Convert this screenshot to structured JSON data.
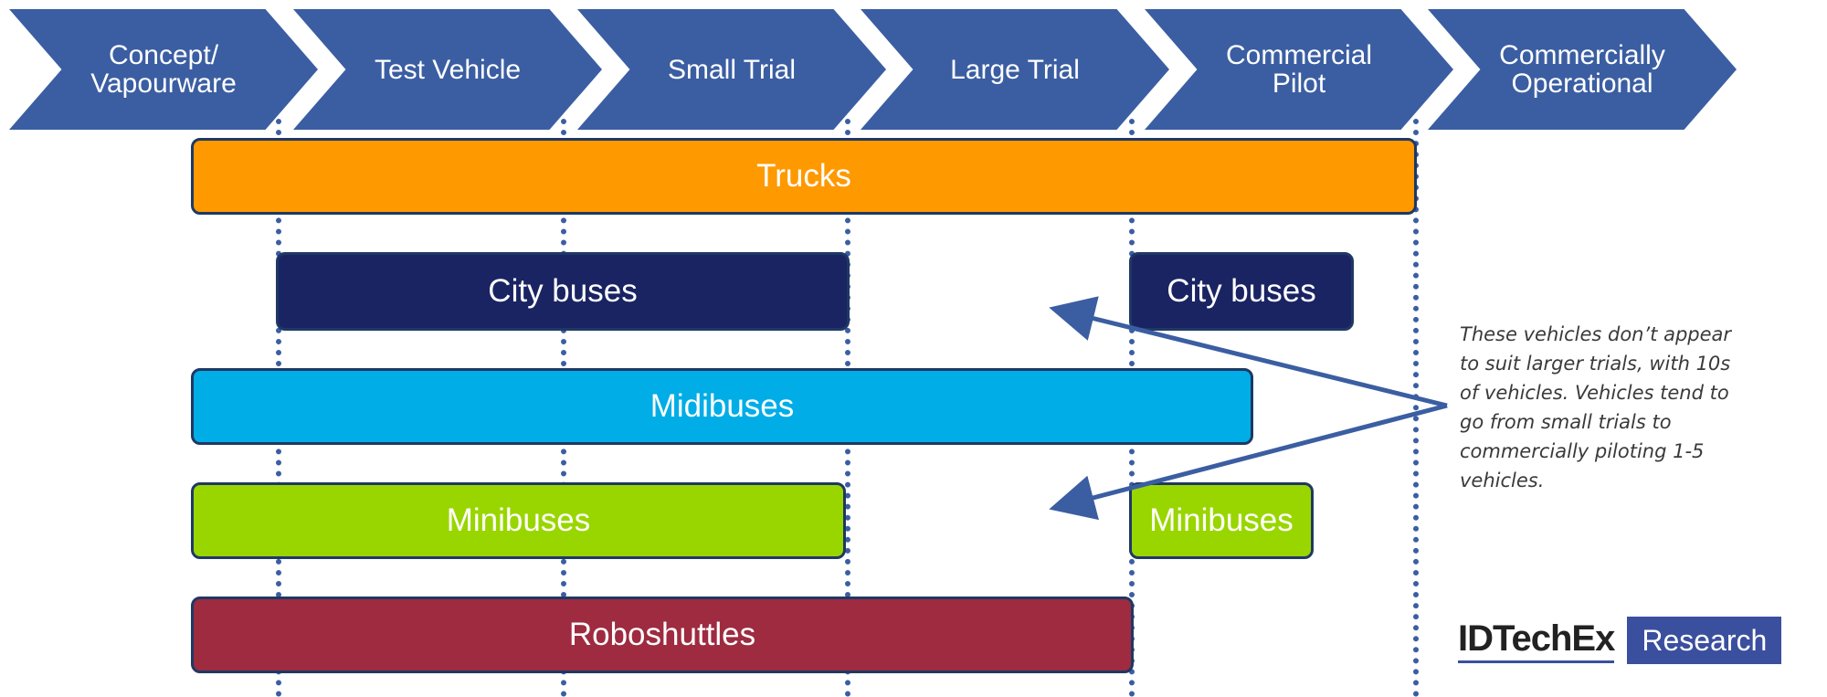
{
  "stages": [
    {
      "label": "Concept/\nVapourware"
    },
    {
      "label": "Test Vehicle"
    },
    {
      "label": "Small Trial"
    },
    {
      "label": "Large Trial"
    },
    {
      "label": "Commercial\nPilot"
    },
    {
      "label": "Commercially\nOperational"
    }
  ],
  "bars": {
    "trucks": {
      "label": "Trucks",
      "color": "#ff9900"
    },
    "city_buses_1": {
      "label": "City buses",
      "color": "#1a2463"
    },
    "city_buses_2": {
      "label": "City buses",
      "color": "#1a2463"
    },
    "midibuses": {
      "label": "Midibuses",
      "color": "#00ade6"
    },
    "minibuses_1": {
      "label": "Minibuses",
      "color": "#99d600"
    },
    "minibuses_2": {
      "label": "Minibuses",
      "color": "#99d600"
    },
    "roboshuttles": {
      "label": "Roboshuttles",
      "color": "#9e2b40"
    }
  },
  "note": {
    "text": "These vehicles don’t appear to suit larger trials, with 10s of vehicles. Vehicles tend to go from small trials to commercially piloting 1-5 vehicles."
  },
  "logo": {
    "brand": "IDTechEx",
    "research": "Research"
  },
  "colors": {
    "chevron": "#3b5ea2",
    "divider": "#3b5ea2",
    "arrow": "#3b5ea2",
    "logo_blue": "#3b4f9f"
  }
}
